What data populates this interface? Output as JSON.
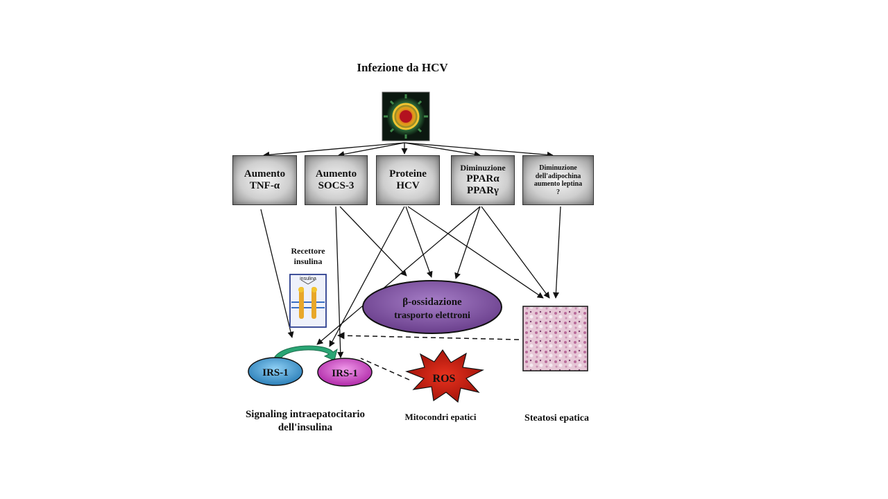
{
  "title": "Infezione da HCV",
  "boxes": {
    "tnf": {
      "line1": "Aumento",
      "line2": "TNF-α"
    },
    "socs": {
      "line1": "Aumento",
      "line2": "SOCS-3"
    },
    "proteine": {
      "line1": "Proteine",
      "line2": "HCV"
    },
    "ppar": {
      "line1": "Diminuzione",
      "line2": "PPARα",
      "line3": "PPARγ"
    },
    "adipo": {
      "line1": "Diminuzione",
      "line2": "dell'adipochina",
      "line3": "aumento leptina",
      "line4": "?"
    }
  },
  "receptor": {
    "label_line1": "Recettore",
    "label_line2": "insulina",
    "inner_label": "insulina"
  },
  "beta_ellipse": {
    "line1": "β-ossidazione",
    "line2": "trasporto elettroni"
  },
  "irs_left": "IRS-1",
  "irs_right": "IRS-1",
  "ros": "ROS",
  "bottom_labels": {
    "signaling_line1": "Signaling intraepatocitario",
    "signaling_line2": "dell'insulina",
    "mito": "Mitocondri epatici",
    "steatosi": "Steatosi epatica"
  },
  "colors": {
    "ellipse": "#7b4f9c",
    "irs_left": "#3f9ad4",
    "irs_right": "#c93fc6",
    "ros": "#c01a10",
    "connector_arc": "#2aa574",
    "box_border": "#333333"
  }
}
